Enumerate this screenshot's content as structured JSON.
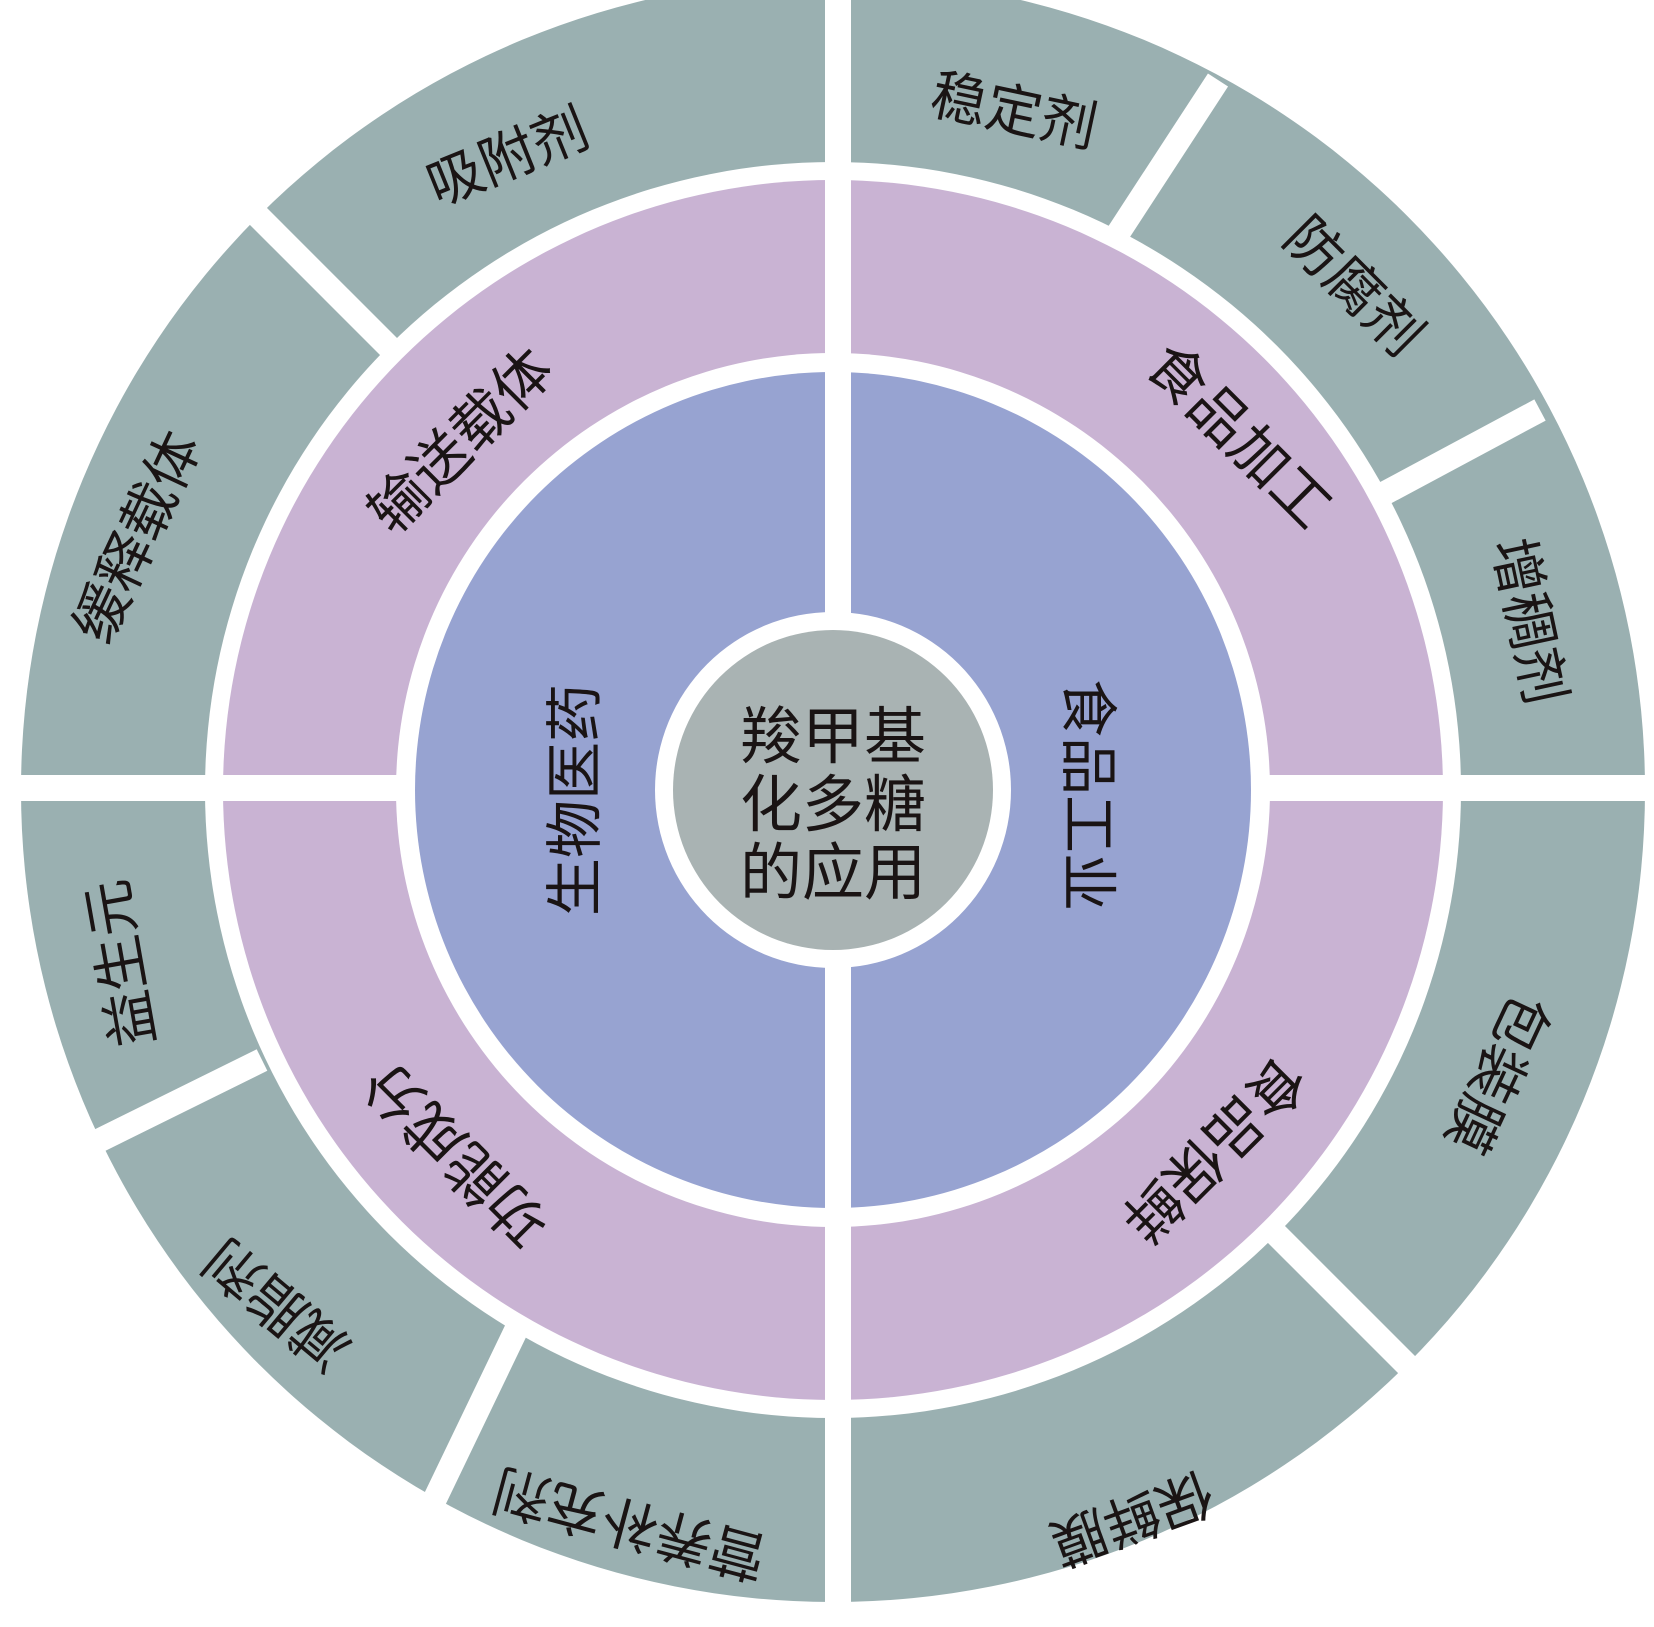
{
  "title": "羧甲基化多糖的应用",
  "center": {
    "lines": [
      "羧甲基",
      "化多糖",
      "的应用"
    ]
  },
  "colors": {
    "background": "#ffffff",
    "center": "#a9b3b3",
    "level1": "#97a3d1",
    "level2": "#c9b3d3",
    "level3": "#9ab0b1",
    "divider": "#ffffff",
    "text": "#1a1414"
  },
  "level1": [
    {
      "label": "生物医药",
      "side": "left"
    },
    {
      "label": "食品工业",
      "side": "right"
    }
  ],
  "level2": [
    {
      "label": "输送载体",
      "parent": "生物医药",
      "quadrant": "top-left"
    },
    {
      "label": "功能成分",
      "parent": "生物医药",
      "quadrant": "bottom-left"
    },
    {
      "label": "食品加工",
      "parent": "食品工业",
      "quadrant": "top-right"
    },
    {
      "label": "食品保鲜",
      "parent": "食品工业",
      "quadrant": "bottom-right"
    }
  ],
  "level3": [
    {
      "label": "吸附剂",
      "parent": "输送载体"
    },
    {
      "label": "缓释载体",
      "parent": "输送载体"
    },
    {
      "label": "益生元",
      "parent": "功能成分"
    },
    {
      "label": "减脂剂",
      "parent": "功能成分"
    },
    {
      "label": "营养补充剂",
      "parent": "功能成分"
    },
    {
      "label": "保鲜膜",
      "parent": "食品保鲜"
    },
    {
      "label": "包装膜",
      "parent": "食品保鲜"
    },
    {
      "label": "增稠剂",
      "parent": "食品加工"
    },
    {
      "label": "防腐剂",
      "parent": "食品加工"
    },
    {
      "label": "稳定剂",
      "parent": "食品加工"
    }
  ]
}
